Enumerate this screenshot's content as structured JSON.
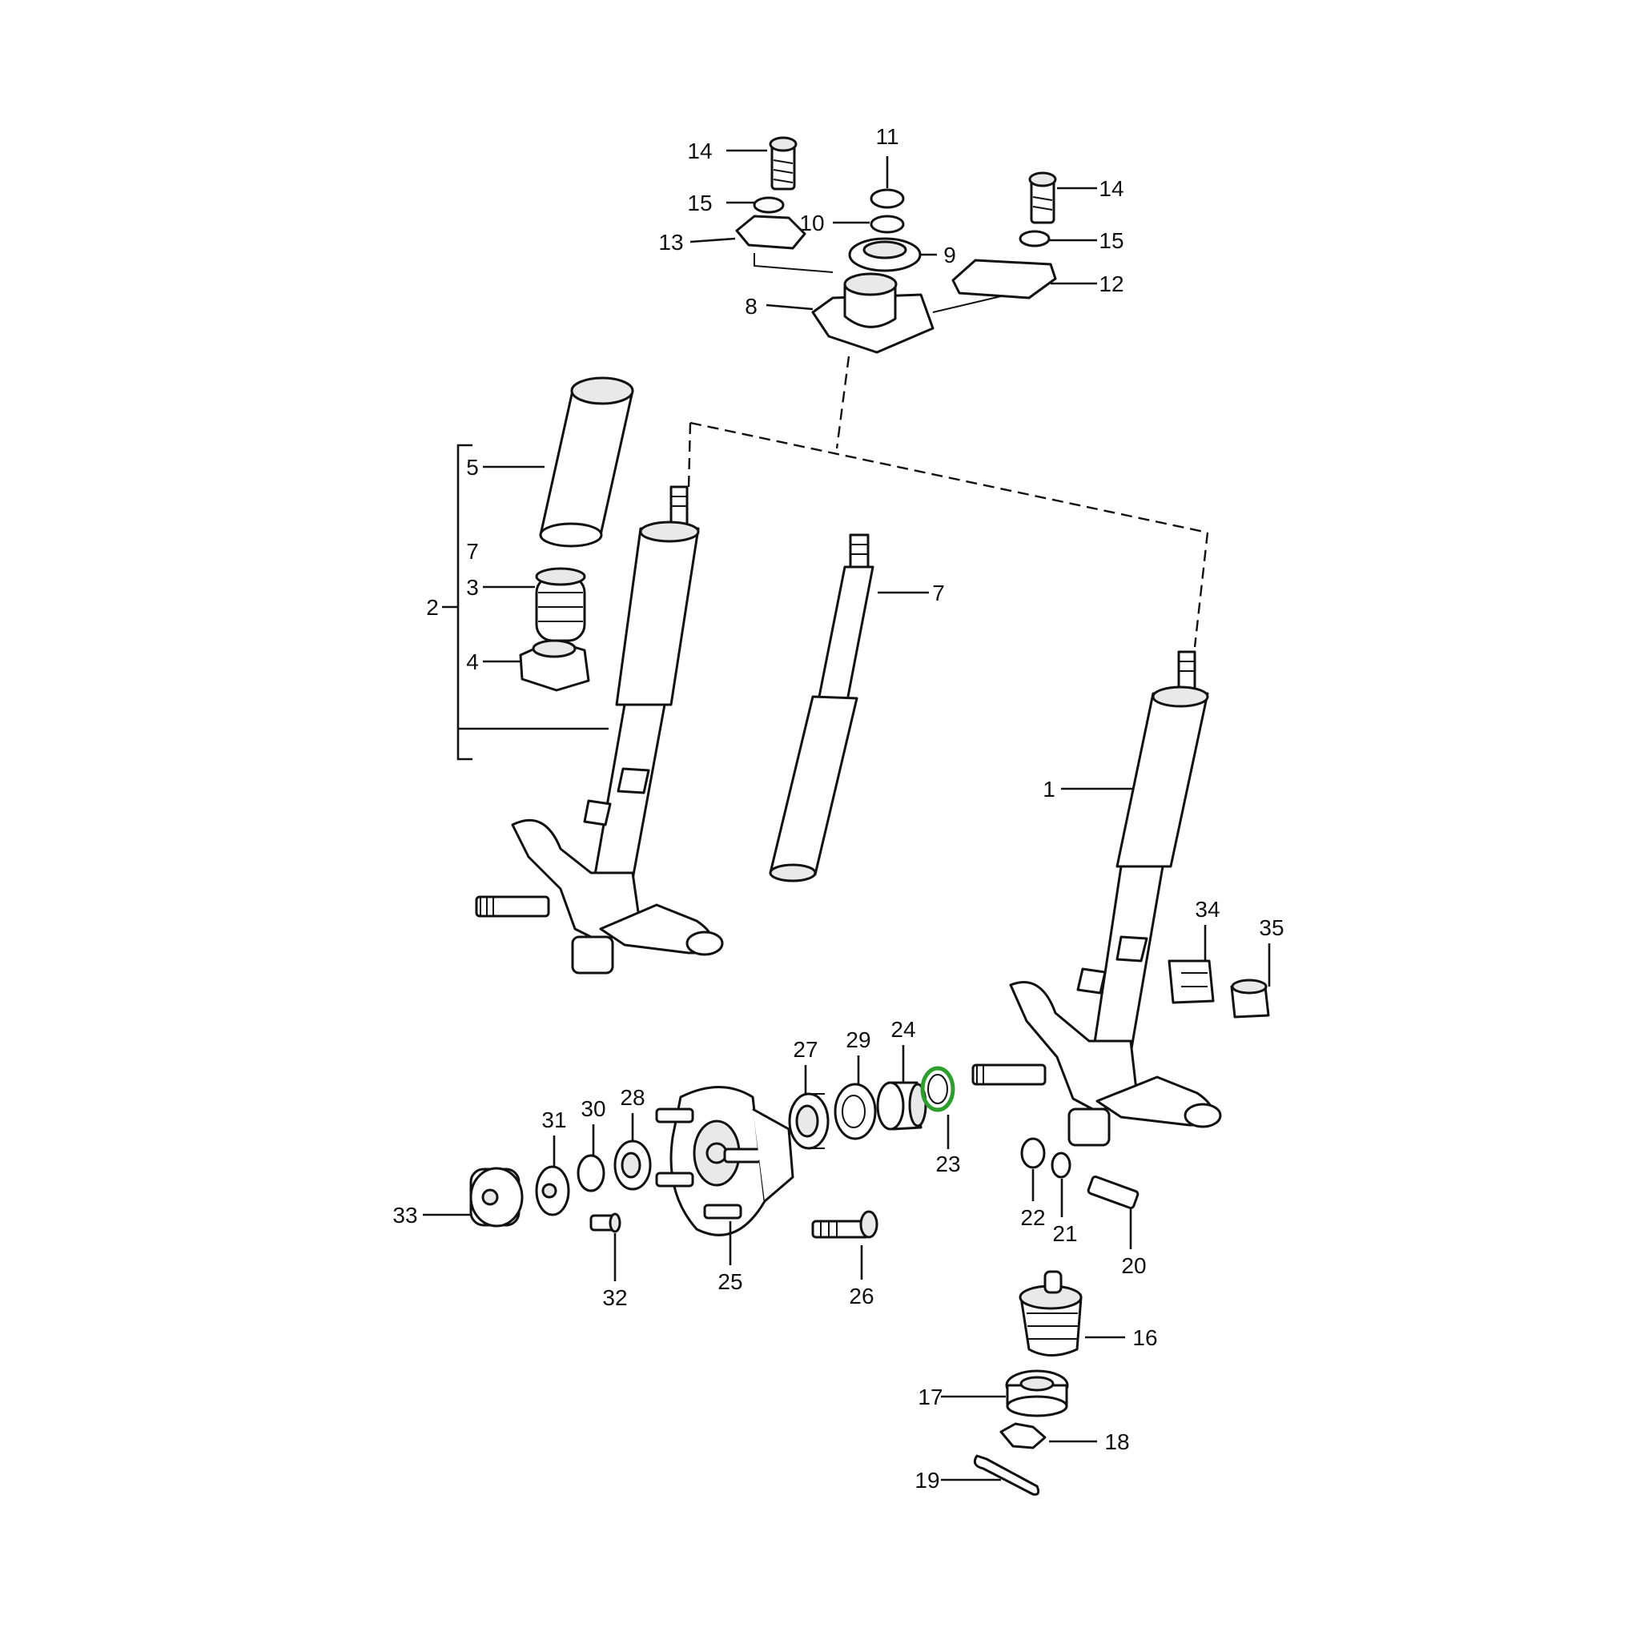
{
  "highlight_color": "#2e9e2e",
  "labels": {
    "n1": "1",
    "n2": "2",
    "n3": "3",
    "n4": "4",
    "n5": "5",
    "n7": "7",
    "n8": "8",
    "n9": "9",
    "n10": "10",
    "n11": "11",
    "n12": "12",
    "n13": "13",
    "n14": "14",
    "n15": "15",
    "n16": "16",
    "n17": "17",
    "n18": "18",
    "n19": "19",
    "n20": "20",
    "n21": "21",
    "n22": "22",
    "n23": "23",
    "n24": "24",
    "n25": "25",
    "n26": "26",
    "n27": "27",
    "n28": "28",
    "n29": "29",
    "n30": "30",
    "n31": "31",
    "n32": "32",
    "n33": "33",
    "n34": "34",
    "n35": "35"
  }
}
